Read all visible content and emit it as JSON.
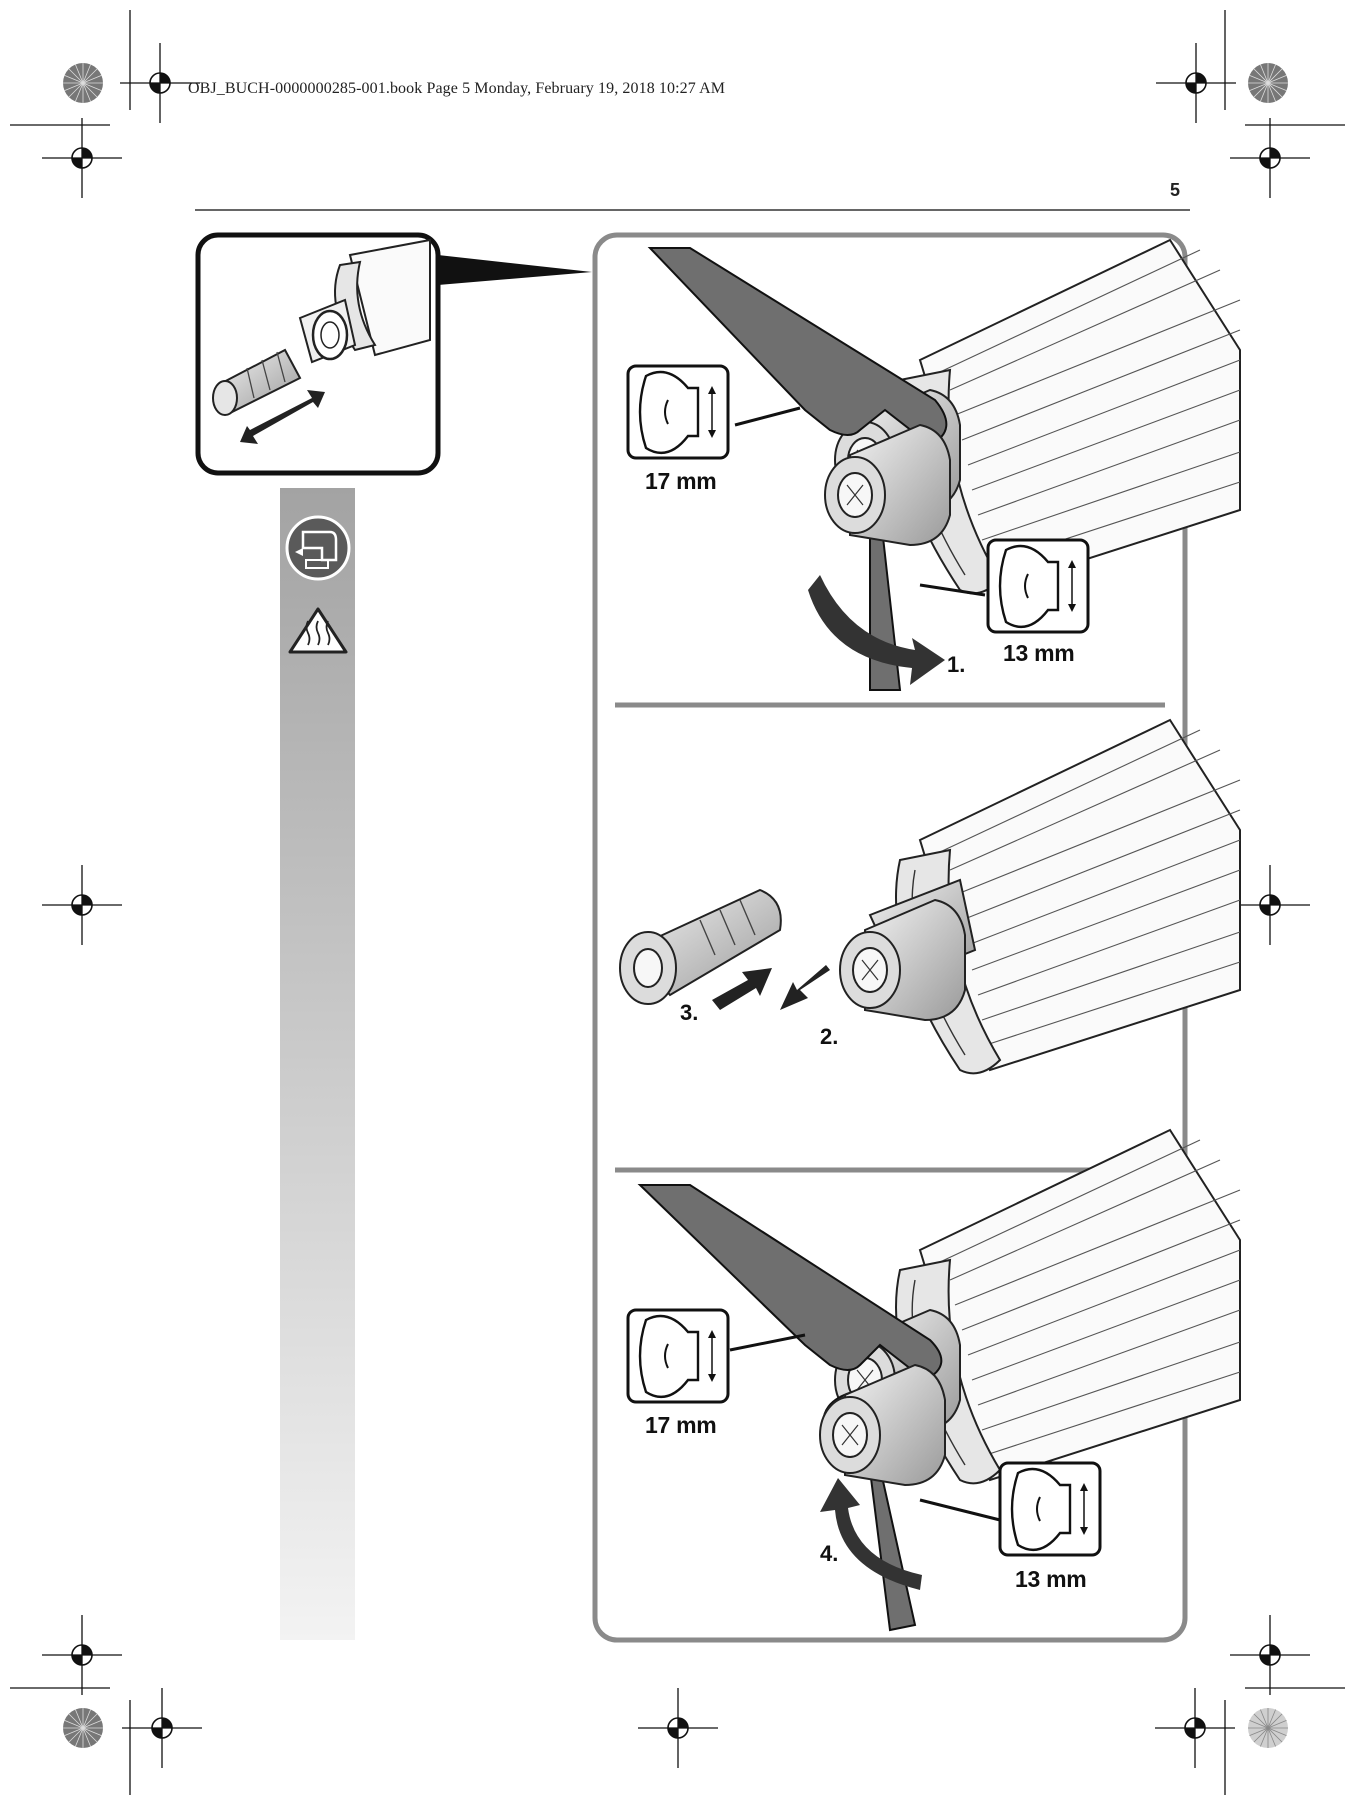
{
  "header": {
    "print_line": "OBJ_BUCH-0000000285-001.book  Page 5  Monday, February 19, 2018  10:27 AM",
    "page_number": "5"
  },
  "icons": {
    "sidebar_top": "tool-battery-icon",
    "sidebar_bottom": "hot-surface-warning-icon"
  },
  "panel1": {
    "wrench_large_label": "17 mm",
    "wrench_small_label": "13 mm",
    "step_label": "1."
  },
  "panel2": {
    "step_remove_label": "2.",
    "step_insert_label": "3."
  },
  "panel3": {
    "wrench_large_label": "17 mm",
    "wrench_small_label": "13 mm",
    "step_label": "4."
  },
  "colors": {
    "frame": "#8a8a8a",
    "frame_dark": "#1a1a1a",
    "sidebar_top": "#a3a3a3",
    "sidebar_bottom": "#f2f2f2",
    "wrench": "#6f6f6f",
    "arrow": "#333333"
  }
}
